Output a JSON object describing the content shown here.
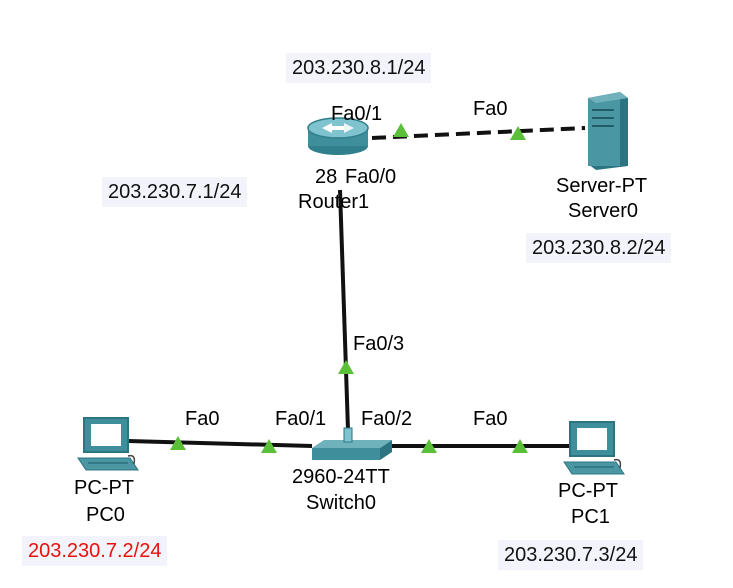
{
  "notes": {
    "router_fa01_ip": "203.230.8.1/24",
    "router_fa00_ip": "203.230.7.1/24",
    "server_ip": "203.230.8.2/24",
    "pc0_ip": "203.230.7.2/24",
    "pc1_ip": "203.230.7.3/24"
  },
  "devices": {
    "router": {
      "model": "28",
      "name": "Router1"
    },
    "server": {
      "model": "Server-PT",
      "name": "Server0"
    },
    "switch": {
      "model": "2960-24TT",
      "name": "Switch0"
    },
    "pc0": {
      "model": "PC-PT",
      "name": "PC0"
    },
    "pc1": {
      "model": "PC-PT",
      "name": "PC1"
    }
  },
  "ports": {
    "router_fa01": "Fa0/1",
    "router_fa00": "Fa0/0",
    "server_fa0": "Fa0",
    "switch_fa03": "Fa0/3",
    "switch_fa01": "Fa0/1",
    "switch_fa02": "Fa0/2",
    "pc0_fa0": "Fa0",
    "pc1_fa0": "Fa0"
  },
  "colors": {
    "link": "#111111",
    "port_up": "#5cbf3a",
    "device_teal": "#3e8e9b",
    "highlight_text": "#e8120c",
    "note_bg": "#f2f3fb"
  }
}
